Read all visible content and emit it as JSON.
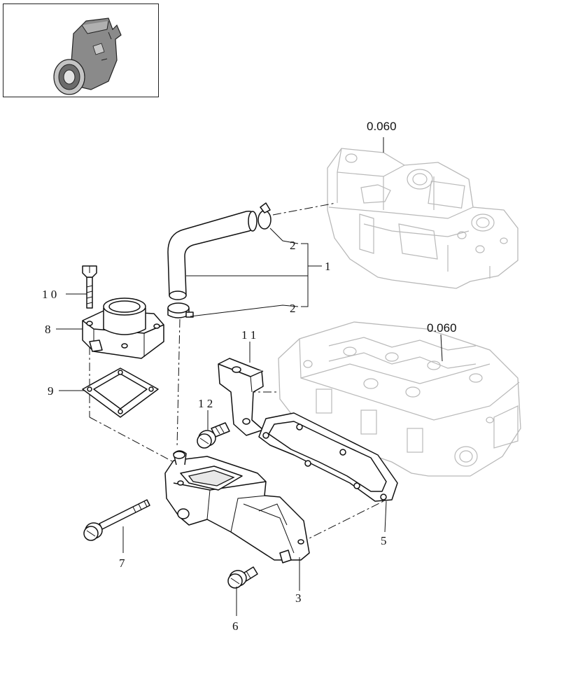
{
  "thumbnail": {
    "icon": "engine-thumbnail-icon"
  },
  "references": {
    "cylinder_head_cover": "0.060",
    "cylinder_head": "0.060"
  },
  "callouts": {
    "c1": "1",
    "c2a": "2",
    "c2b": "2",
    "c3": "3",
    "c5": "5",
    "c6": "6",
    "c7": "7",
    "c8": "8",
    "c9": "9",
    "c10": "1 0",
    "c11": "1 1",
    "c12": "1 2"
  }
}
